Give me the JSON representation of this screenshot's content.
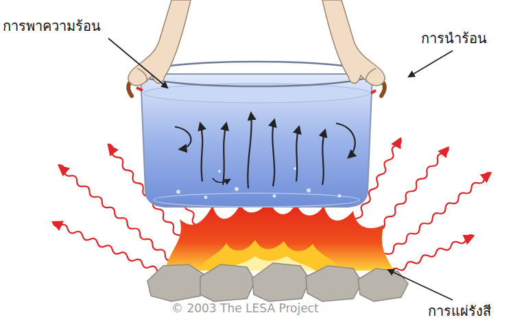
{
  "diagram": {
    "labels": [
      "การพาความร้อน",
      "การนำร้อน",
      "การแผ่รังสี",
      "© 2003 The LESA Project"
    ]
  }
}
